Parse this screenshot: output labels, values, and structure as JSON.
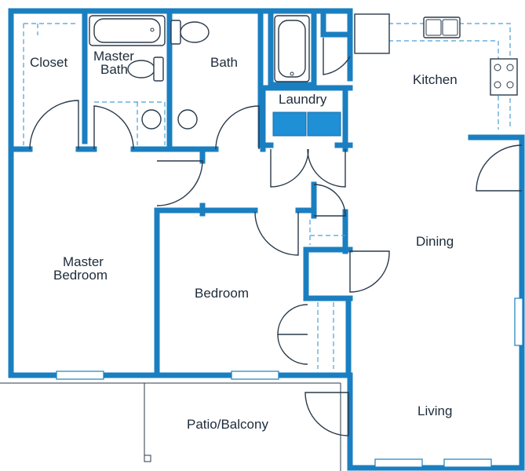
{
  "rooms": {
    "closet": "Closet",
    "master_bath_line1": "Master",
    "master_bath_line2": "Bath",
    "bath": "Bath",
    "laundry": "Laundry",
    "kitchen": "Kitchen",
    "dining": "Dining",
    "master_bedroom_line1": "Master",
    "master_bedroom_line2": "Bedroom",
    "bedroom": "Bedroom",
    "living": "Living",
    "patio": "Patio/Balcony"
  },
  "colors": {
    "wall": "#1a7fc1",
    "appliance": "#1f8fd6",
    "line": "#2a3a4a"
  }
}
